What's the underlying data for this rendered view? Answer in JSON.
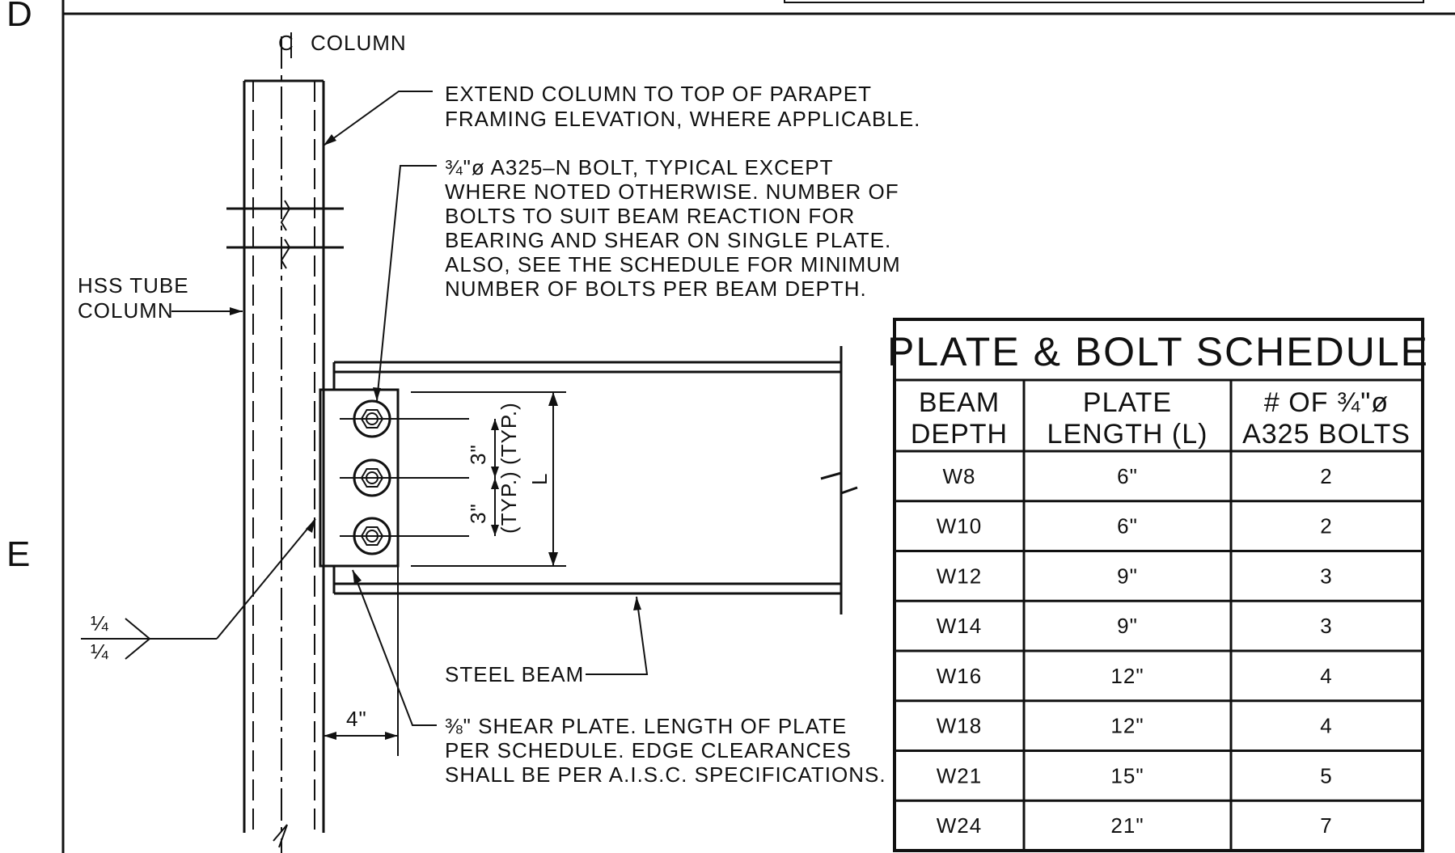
{
  "grid_labels": {
    "top": "D",
    "middle": "E"
  },
  "callouts": {
    "column_centerline": "COLUMN",
    "extend_column": [
      "EXTEND COLUMN TO TOP OF PARAPET",
      "FRAMING ELEVATION, WHERE APPLICABLE."
    ],
    "bolt_note": [
      "¾\"ø A325–N BOLT, TYPICAL EXCEPT",
      "WHERE NOTED OTHERWISE. NUMBER OF",
      "BOLTS TO SUIT BEAM REACTION FOR",
      "BEARING AND SHEAR ON SINGLE PLATE.",
      "ALSO, SEE THE SCHEDULE FOR MINIMUM",
      "NUMBER OF BOLTS PER BEAM DEPTH."
    ],
    "hss_column": [
      "HSS TUBE",
      "COLUMN"
    ],
    "steel_beam": "STEEL BEAM",
    "shear_plate": [
      "⅜\" SHEAR PLATE. LENGTH OF PLATE",
      "PER SCHEDULE. EDGE CLEARANCES",
      "SHALL BE PER A.I.S.C. SPECIFICATIONS."
    ]
  },
  "dimensions": {
    "spacing": "3\"",
    "typ": "(TYP.)",
    "plate_length": "L",
    "edge": "4\"",
    "weld": "¼"
  },
  "schedule": {
    "title": "PLATE & BOLT SCHEDULE",
    "headers": [
      [
        "BEAM",
        "DEPTH"
      ],
      [
        "PLATE",
        "LENGTH (L)"
      ],
      [
        "# OF ¾\"ø",
        "A325 BOLTS"
      ]
    ],
    "rows": [
      [
        "W8",
        "6\"",
        "2"
      ],
      [
        "W10",
        "6\"",
        "2"
      ],
      [
        "W12",
        "9\"",
        "3"
      ],
      [
        "W14",
        "9\"",
        "3"
      ],
      [
        "W16",
        "12\"",
        "4"
      ],
      [
        "W18",
        "12\"",
        "4"
      ],
      [
        "W21",
        "15\"",
        "5"
      ],
      [
        "W24",
        "21\"",
        "7"
      ]
    ]
  }
}
